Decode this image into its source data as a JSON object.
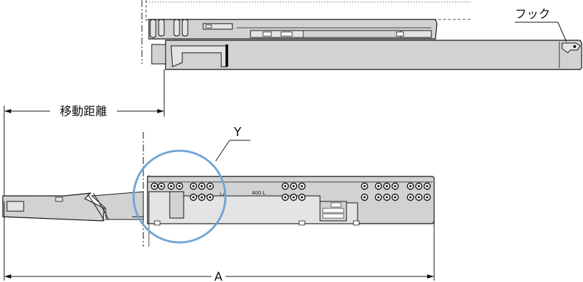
{
  "labels": {
    "hook": "フック",
    "travel_distance": "移動距離",
    "detail": "Y",
    "dimension_a": "A",
    "slide_marking_1": "LA",
    "slide_marking_2": "400 L"
  },
  "colors": {
    "rail_fill": "#d2d2d2",
    "rail_fill_light": "#e4e4e4",
    "outline": "#111111",
    "detail_circle": "#6fa6d6",
    "background": "#ffffff"
  }
}
